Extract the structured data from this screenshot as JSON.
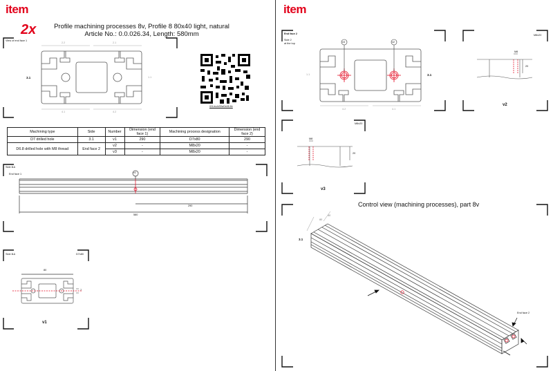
{
  "left": {
    "logo": "item",
    "quantity": "2x",
    "title_line1": "Profile machining processes 8v, Profile 8 80x40 light, natural",
    "title_line2": "Article No.: 0.0.026.34, Length: 580mm",
    "view_label": "View of end face 1",
    "dims_top": [
      "2.2",
      "2.1"
    ],
    "dims_bottom": [
      "4.1",
      "4.2"
    ],
    "dim_left": "3.1",
    "dim_right": "1.1",
    "qr_caption": "i24.eu/a30w0x46.8v",
    "table": {
      "headers": [
        "Machining type",
        "Side",
        "Number",
        "Dimension (end face 1)",
        "Machining process designation",
        "Dimension (end face 2)"
      ],
      "rows": [
        {
          "type": "D7 drilled hole",
          "side": "3.1",
          "number": "v1",
          "dim1": "290",
          "designation": "D7x80",
          "dim2": "290"
        },
        {
          "type": "D6.8 drilled hole with M8 thread",
          "side": "End face 2",
          "number": "v2",
          "dim1": "-",
          "designation": "M8x20",
          "dim2": "-"
        },
        {
          "type": "",
          "side": "",
          "number": "v3",
          "dim1": "-",
          "designation": "M8x20",
          "dim2": "-"
        }
      ]
    },
    "side_view": {
      "label": "Side",
      "side": "3.1",
      "end_face": "End face 1",
      "marker": "v1",
      "dim_290": "290",
      "dim_580": "580"
    },
    "v1_detail": {
      "label": "Side",
      "side": "3.1",
      "code": "D7x80",
      "dim": "80",
      "dim_small": "7",
      "caption": "v1"
    }
  },
  "right": {
    "logo": "item",
    "end_face_label": "End face 2",
    "side_note_1": "Side 2",
    "side_note_2": "at the top",
    "markers": [
      "v3",
      "v2"
    ],
    "dim_left": "1.1",
    "dim_right": "3.1",
    "dims_bottom": [
      "4.2",
      "4.1"
    ],
    "v2_detail": {
      "code": "M8x20",
      "thread": "M8",
      "depth": "20",
      "caption": "v2"
    },
    "v3_detail": {
      "code": "M8x20",
      "thread": "M8",
      "depth": "20",
      "caption": "v3"
    },
    "control_title": "Control view (machining processes), part 8v",
    "control_side": "3.1",
    "control_end": "End face 2",
    "control_dims": [
      "80",
      "40"
    ]
  },
  "colors": {
    "brand_red": "#e2001a",
    "line": "#222222",
    "profile_gray": "#555555"
  }
}
